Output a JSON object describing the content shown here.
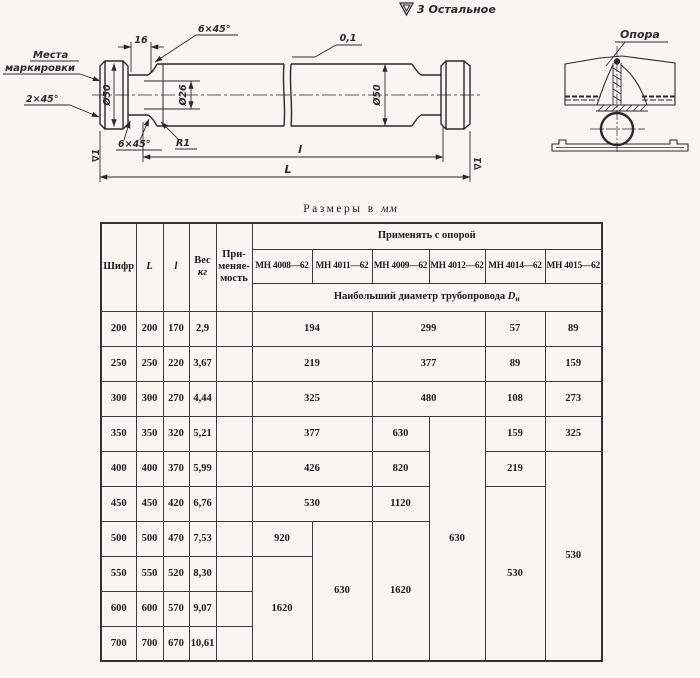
{
  "drawing": {
    "finish_all": "3 Остальное",
    "opora": "Опора",
    "marking_line1": "Места",
    "marking_line2": "маркировки",
    "chamfer_2x45": "2×45°",
    "chamfer_6x45_top": "6×45°",
    "chamfer_6x45_bottom": "6×45°",
    "radius_r1": "R1",
    "dim_16": "16",
    "runout_01": "0,1",
    "dia50_left": "Ø50",
    "dia26": "Ø26",
    "dia50_right": "Ø50",
    "dim_l": "l",
    "dim_L": "L",
    "finish_left": "∇1",
    "finish_right": "∇1"
  },
  "table": {
    "caption_text": "Размеры в",
    "caption_unit": "мм",
    "headers": {
      "code": "Шифр",
      "len_L": "L",
      "len_l": "l",
      "weight1": "Вес",
      "weight2": "кг",
      "usage1": "При-",
      "usage2": "меняе-",
      "usage3": "мость",
      "apply": "Применять с опорой",
      "supports": [
        "МН 4008—62",
        "МН 4011—62",
        "МН 4009—62",
        "МН 4012—62",
        "МН 4014—62",
        "МН 4015—62"
      ],
      "diameter": "Наибольший диаметр трубопровода",
      "diameter_symbol_main": "D",
      "diameter_symbol_sub": "н"
    },
    "rows": [
      {
        "code": "200",
        "L": "200",
        "l": "170",
        "weight": "2,9",
        "v1": "194",
        "v2": "299",
        "v3": "57",
        "v4": "89"
      },
      {
        "code": "250",
        "L": "250",
        "l": "220",
        "weight": "3,67",
        "v1": "219",
        "v2": "377",
        "v3": "89",
        "v4": "159"
      },
      {
        "code": "300",
        "L": "300",
        "l": "270",
        "weight": "4,44",
        "v1": "325",
        "v2": "480",
        "v3": "108",
        "v4": "273"
      },
      {
        "code": "350",
        "L": "350",
        "l": "320",
        "weight": "5,21",
        "v1": "377",
        "v2": "630",
        "v3": "159",
        "v4": "325"
      },
      {
        "code": "400",
        "L": "400",
        "l": "370",
        "weight": "5,99",
        "v1": "426",
        "v2": "820",
        "v3": "219"
      },
      {
        "code": "450",
        "L": "450",
        "l": "420",
        "weight": "6,76",
        "v1": "530",
        "v2": "1120"
      },
      {
        "code": "500",
        "L": "500",
        "l": "470",
        "weight": "7,53",
        "v1": "920"
      },
      {
        "code": "550",
        "L": "550",
        "l": "520",
        "weight": "8,30"
      },
      {
        "code": "600",
        "L": "600",
        "l": "570",
        "weight": "9,07"
      },
      {
        "code": "700",
        "L": "700",
        "l": "670",
        "weight": "10,61"
      }
    ],
    "merged": {
      "mn4012_tall": "630",
      "mn4015_tall": "530",
      "mn4014_tall": "530",
      "mn4011_tall": "630",
      "mn4009_tall": "1620",
      "mn4008_tall": "1620"
    }
  }
}
